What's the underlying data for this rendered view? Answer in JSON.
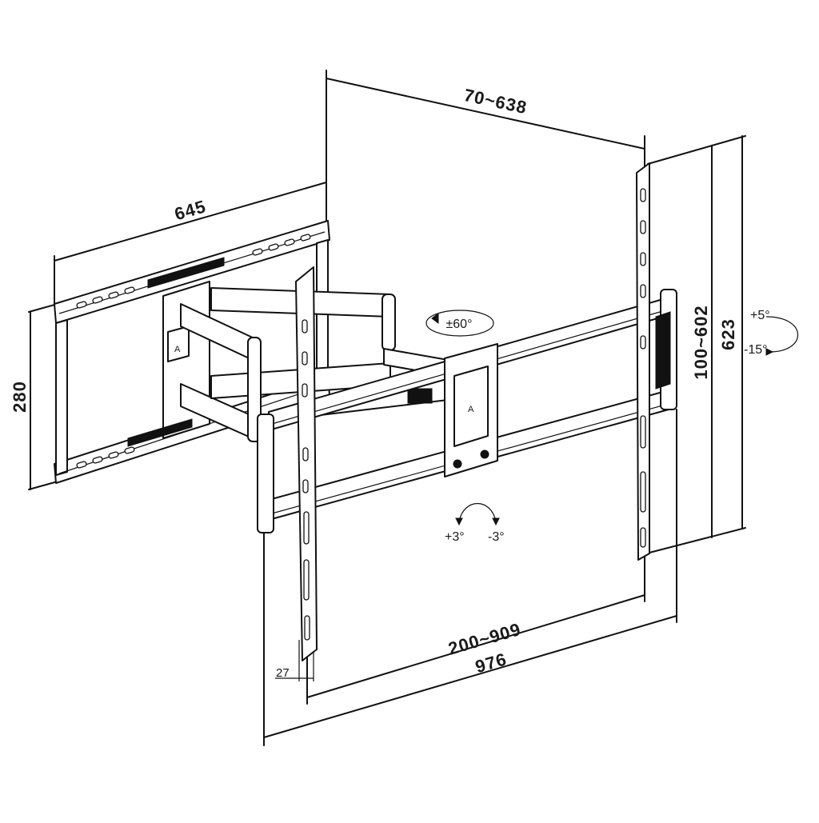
{
  "dimensions": {
    "arm_reach": "70~638",
    "wall_plate_width": "645",
    "wall_plate_height": "280",
    "vesa_vertical": "100~602",
    "bracket_height": "623",
    "vesa_horizontal": "200~909",
    "bracket_width": "976",
    "profile_depth": "27"
  },
  "angles": {
    "swivel": "±60°",
    "tilt_up": "+5°",
    "tilt_down": "-15°",
    "level_plus": "+3°",
    "level_minus": "-3°"
  },
  "labels": {
    "plate_marker": "A"
  }
}
